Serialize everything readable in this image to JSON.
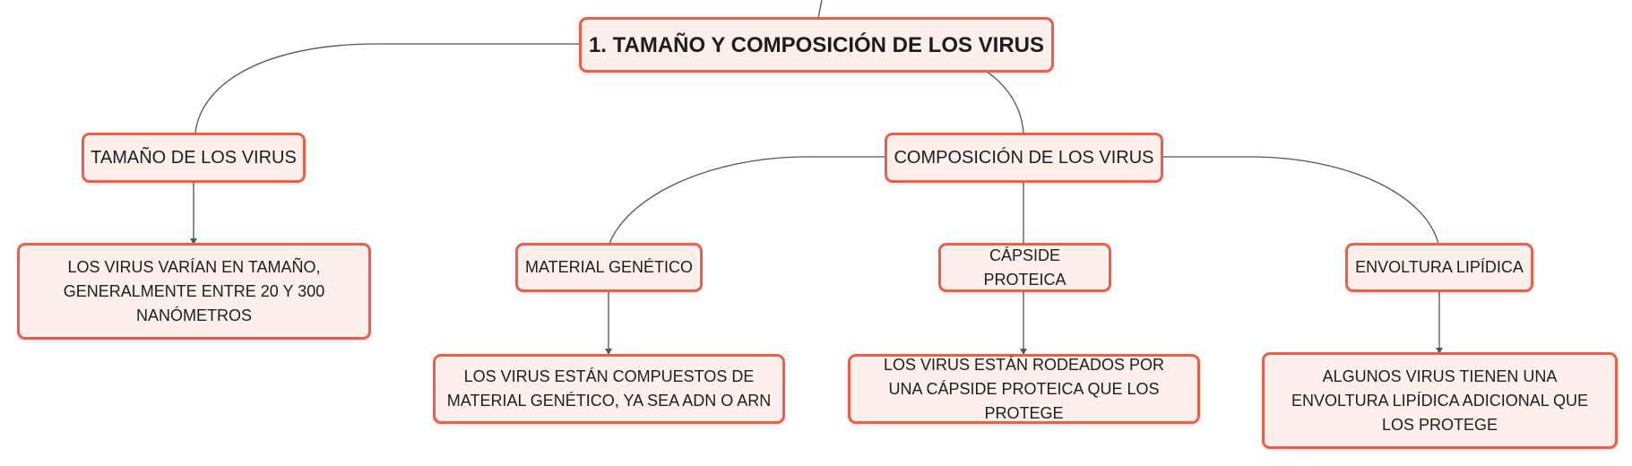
{
  "colors": {
    "node_border": "#e8604a",
    "node_fill": "#fdf0ec",
    "link": "#555555",
    "text": "#1d1d1d"
  },
  "map": {
    "root": "1. TAMAÑO Y COMPOSICIÓN DE LOS VIRUS",
    "size_topic": "TAMAÑO DE LOS VIRUS",
    "size_detail": "LOS VIRUS VARÍAN EN TAMAÑO, GENERALMENTE ENTRE 20 Y 300 NANÓMETROS",
    "composition_topic": "COMPOSICIÓN DE LOS VIRUS",
    "genetic_topic": "MATERIAL GENÉTICO",
    "genetic_detail": "LOS VIRUS ESTÁN COMPUESTOS DE MATERIAL GENÉTICO, YA SEA ADN O ARN",
    "capsid_topic": "CÁPSIDE PROTEICA",
    "capsid_detail": "LOS VIRUS ESTÁN RODEADOS POR UNA CÁPSIDE PROTEICA QUE LOS PROTEGE",
    "envelope_topic": "ENVOLTURA LIPÍDICA",
    "envelope_detail": "ALGUNOS VIRUS TIENEN UNA ENVOLTURA LIPÍDICA ADICIONAL QUE LOS PROTEGE"
  }
}
